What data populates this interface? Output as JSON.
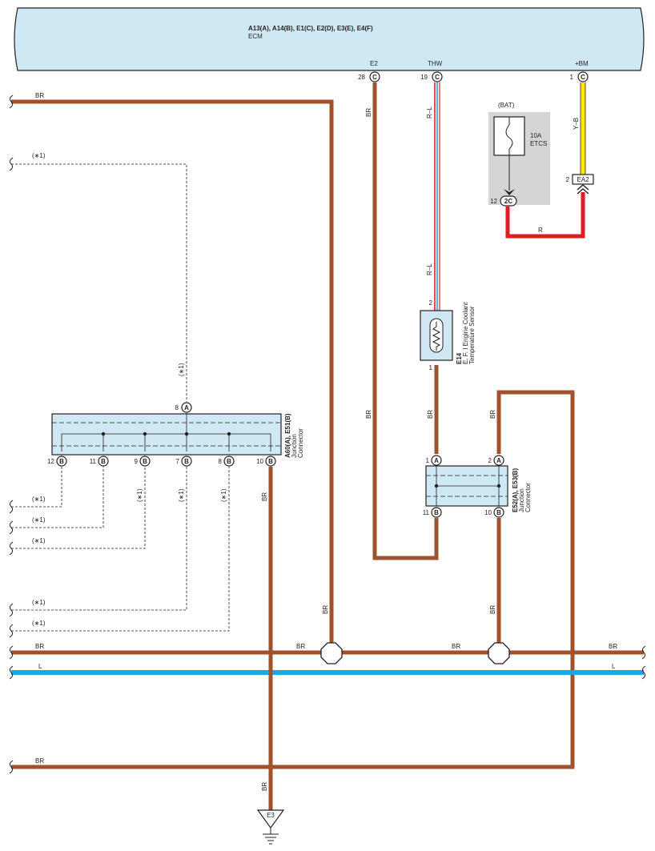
{
  "ecm": {
    "connectors_label": "A13(A), A14(B), E1(C), E2(D), E3(E), E4(F)",
    "name": "ECM",
    "pins": [
      {
        "id": "e2",
        "name": "E2",
        "num": "28",
        "letter": "C"
      },
      {
        "id": "thw",
        "name": "THW",
        "num": "19",
        "letter": "C"
      },
      {
        "id": "bm",
        "name": "+BM",
        "num": "1",
        "letter": "C"
      }
    ]
  },
  "fuse": {
    "title": "(BAT)",
    "rating": "10A",
    "name": "ETCS",
    "pin_num": "12",
    "pin_label": "2C"
  },
  "ea2": {
    "num": "2",
    "label": "EA2"
  },
  "sensor": {
    "code": "E14",
    "line1": "E. F. I Engine Coolant",
    "line2": "Temperature Sensor",
    "pin_top": "2",
    "pin_bottom": "1"
  },
  "jc1": {
    "code": "A60(A), E51(B)",
    "line1": "Junction",
    "line2": "Connector",
    "top_pin": {
      "num": "8",
      "letter": "A"
    },
    "bottom_pins": [
      {
        "num": "12",
        "letter": "B"
      },
      {
        "num": "11",
        "letter": "B"
      },
      {
        "num": "9",
        "letter": "B"
      },
      {
        "num": "7",
        "letter": "B"
      },
      {
        "num": "8",
        "letter": "B"
      },
      {
        "num": "10",
        "letter": "B"
      }
    ]
  },
  "jc2": {
    "code": "E52(A), E53(B)",
    "line1": "Junction",
    "line2": "Connector",
    "pins": [
      {
        "num": "1",
        "letter": "A"
      },
      {
        "num": "2",
        "letter": "A"
      },
      {
        "num": "11",
        "letter": "B"
      },
      {
        "num": "10",
        "letter": "B"
      }
    ]
  },
  "ground": {
    "label": "E3"
  },
  "wire_labels": {
    "br": "BR",
    "l": "L",
    "r": "R",
    "rl": "R–L",
    "yb": "Y–B",
    "note": "(∗1)"
  },
  "colors": {
    "brown": "#a0522d",
    "blue": "#1ba9e1",
    "red": "#e01b24",
    "yellow": "#ffe600",
    "panel": "#cfe9f4",
    "fuse_box": "#d5d5d5",
    "outline": "#231f20"
  }
}
